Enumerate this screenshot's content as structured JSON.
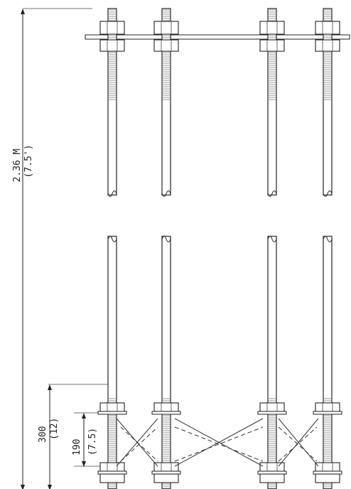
{
  "dimensions": {
    "overall": {
      "metric": "2.36 M",
      "imperial": "(7.5')"
    },
    "projection": {
      "metric": "300",
      "imperial": "(12)"
    },
    "template_spacing": {
      "metric": "190",
      "imperial": "(7.5)"
    }
  },
  "colors": {
    "ink": "#222222",
    "paper": "#ffffff"
  }
}
